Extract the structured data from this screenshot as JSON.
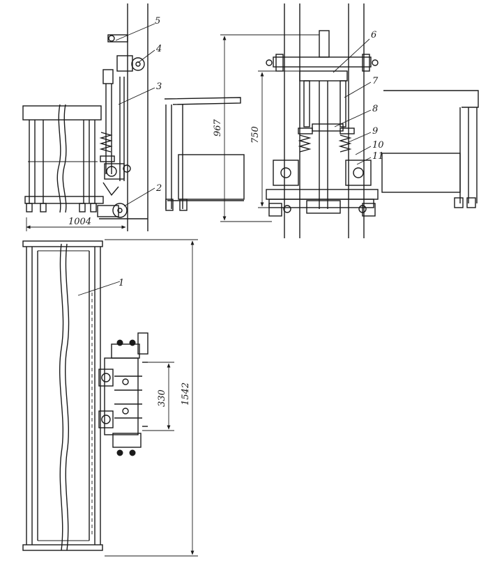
{
  "labels": {
    "l1": "1",
    "l2": "2",
    "l3": "3",
    "l4": "4",
    "l5": "5",
    "l6": "6",
    "l7": "7",
    "l8": "8",
    "l9": "9",
    "l10": "10",
    "l11": "11"
  },
  "dimensions": {
    "d1004": "1004",
    "d967": "967",
    "d750": "750",
    "d1542": "1542",
    "d330": "330"
  }
}
